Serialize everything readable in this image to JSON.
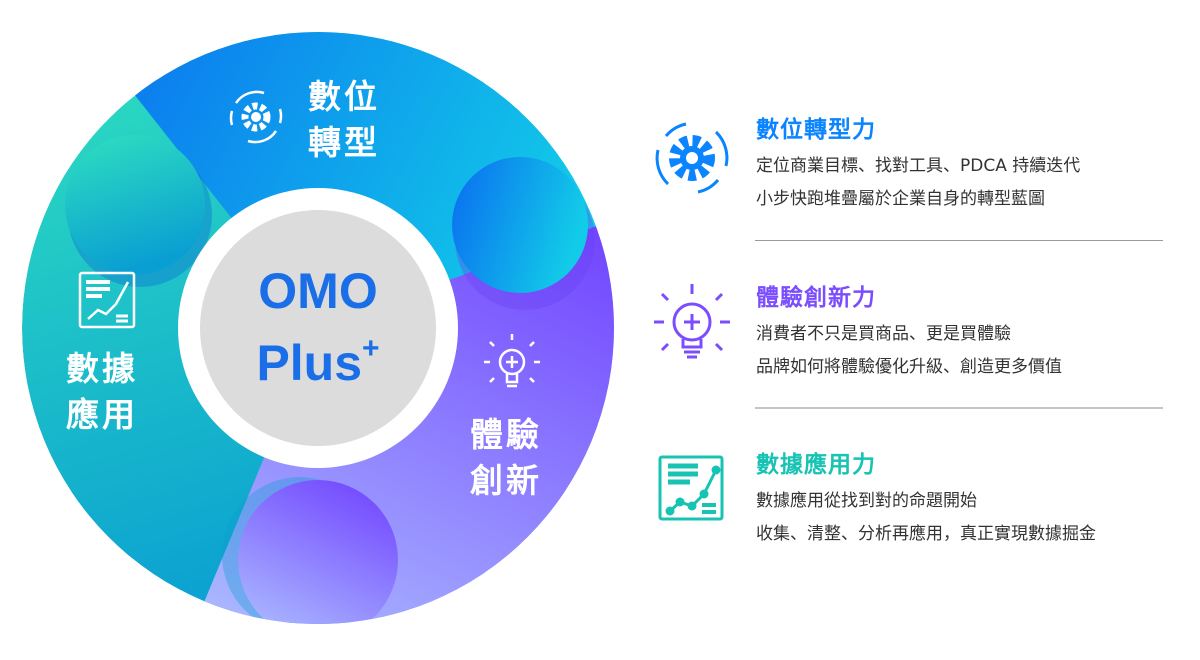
{
  "wheel": {
    "center": {
      "line1": "OMO",
      "line2": "Plus",
      "sup": "+"
    },
    "segments": [
      {
        "id": "digital",
        "line1": "數位",
        "line2": "轉型",
        "icon": "gear-cycle-icon"
      },
      {
        "id": "experience",
        "line1": "體驗",
        "line2": "創新",
        "icon": "lightbulb-icon"
      },
      {
        "id": "data",
        "line1": "數據",
        "line2": "應用",
        "icon": "data-chart-icon"
      }
    ]
  },
  "items": [
    {
      "title": "數位轉型力",
      "color": "#0A84FF",
      "lines": [
        "定位商業目標、找對工具、PDCA 持續迭代",
        "小步快跑堆疊屬於企業自身的轉型藍圖"
      ],
      "icon": "gear-cycle-icon"
    },
    {
      "title": "體驗創新力",
      "color": "#7B4DFF",
      "lines": [
        "消費者不只是買商品、更是買體驗",
        "品牌如何將體驗優化升級、創造更多價值"
      ],
      "icon": "lightbulb-icon"
    },
    {
      "title": "數據應用力",
      "color": "#17C3B2",
      "lines": [
        "數據應用從找到對的命題開始",
        "收集、清整、分析再應用，真正實現數據掘金"
      ],
      "icon": "data-chart-icon"
    }
  ]
}
